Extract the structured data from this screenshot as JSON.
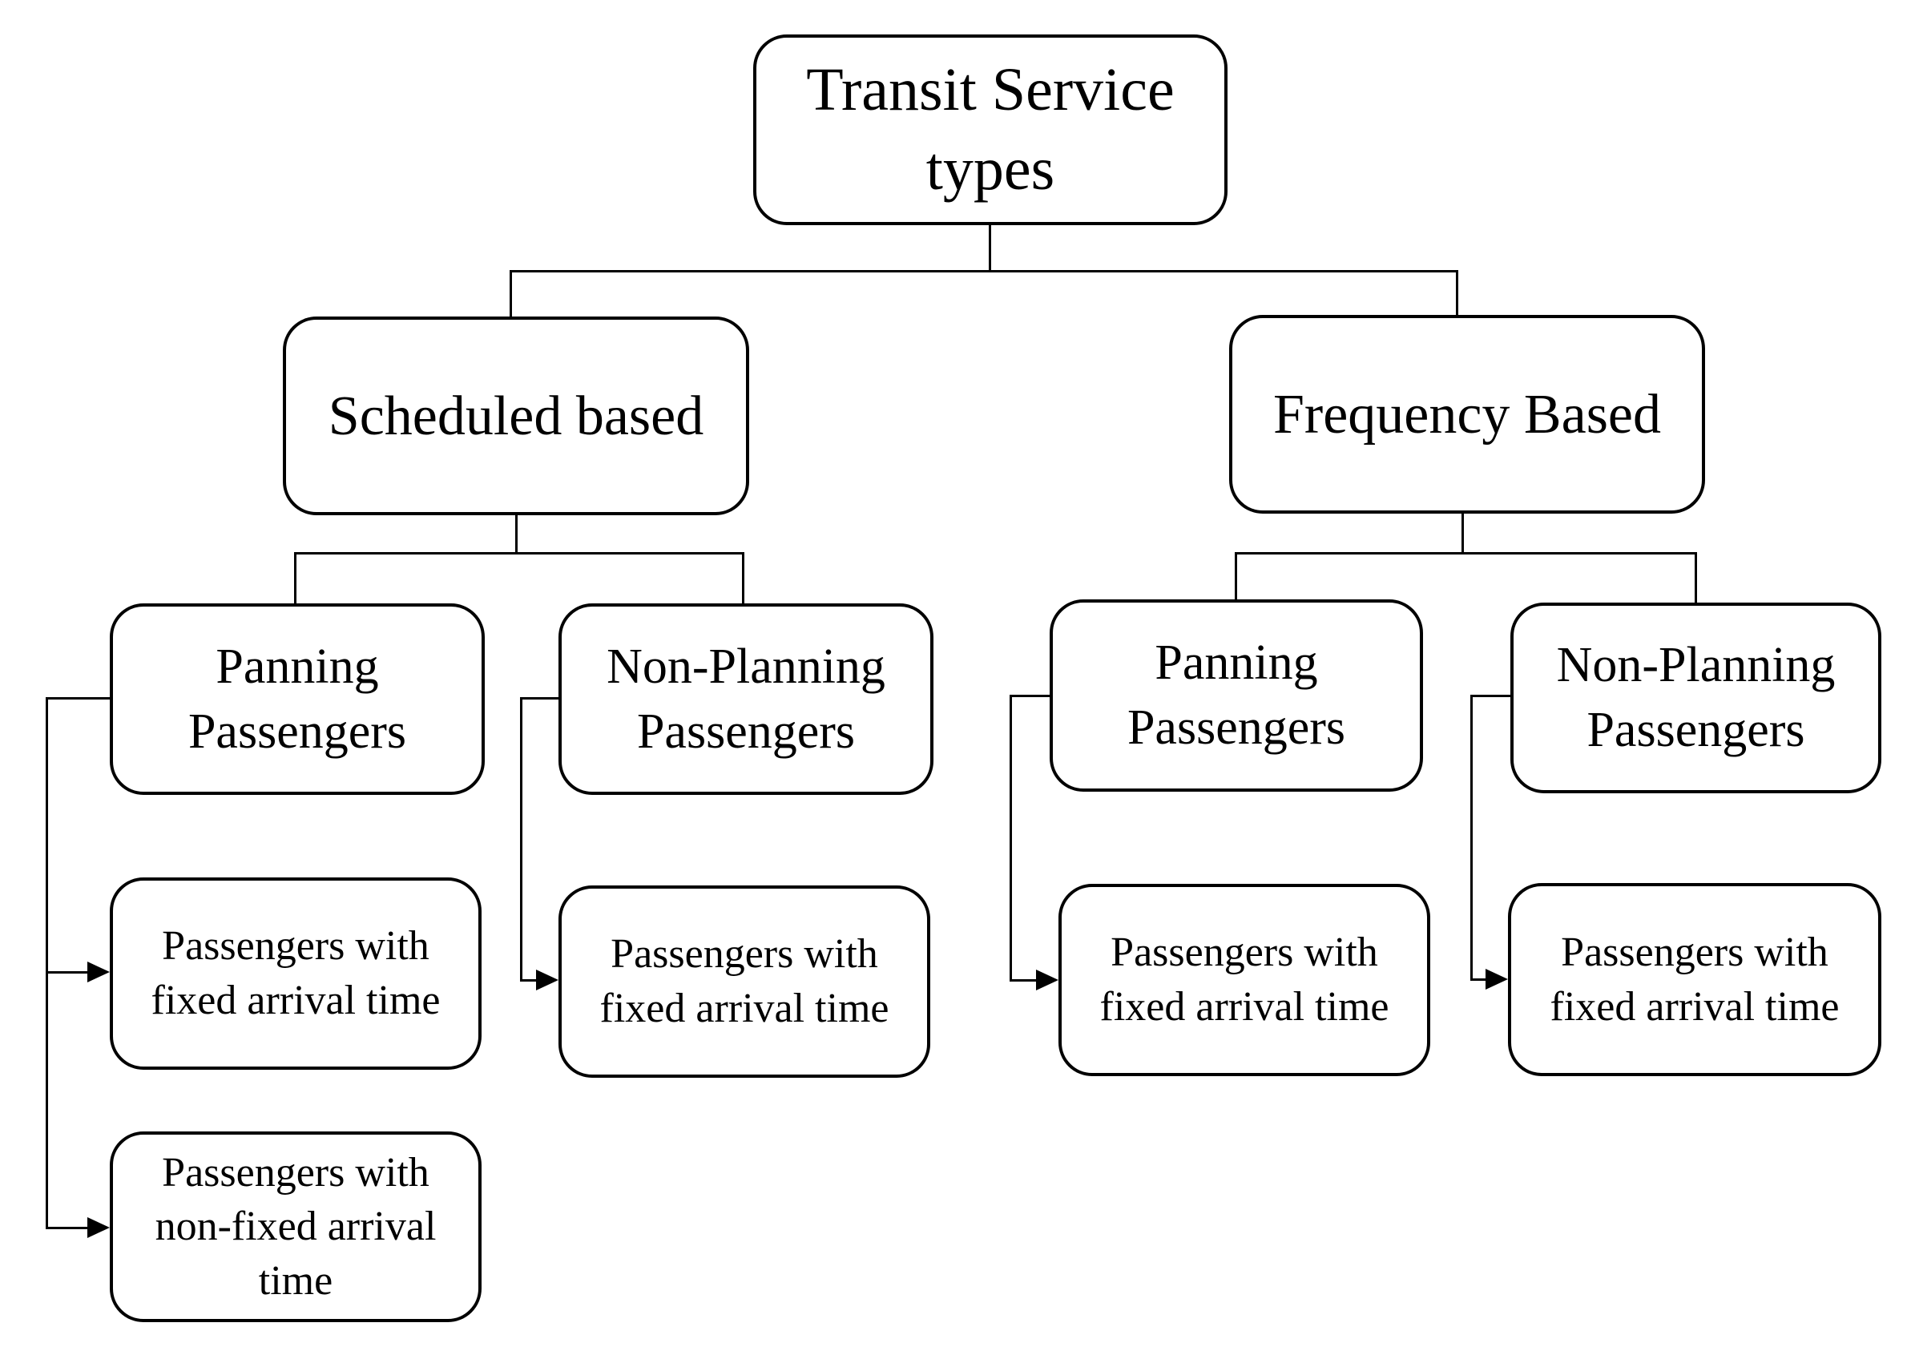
{
  "diagram": {
    "type": "tree-flowchart",
    "title": "Transit Service types",
    "colors": {
      "background": "#ffffff",
      "node_fill": "#ffffff",
      "node_border": "#000000",
      "text": "#000000",
      "connector": "#000000"
    },
    "nodes": {
      "root": {
        "label": "Transit Service types",
        "lines": [
          "Transit Service",
          "types"
        ]
      },
      "scheduled": {
        "label": "Scheduled based",
        "lines": [
          "Scheduled based"
        ]
      },
      "frequency": {
        "label": "Frequency Based",
        "lines": [
          "Frequency Based"
        ]
      },
      "scheduled_planning": {
        "label": "Panning Passengers",
        "lines": [
          "Panning",
          "Passengers"
        ]
      },
      "scheduled_nonplanning": {
        "label": "Non-Planning Passengers",
        "lines": [
          "Non-Planning",
          "Passengers"
        ]
      },
      "frequency_planning": {
        "label": "Panning Passengers",
        "lines": [
          "Panning",
          "Passengers"
        ]
      },
      "frequency_nonplanning": {
        "label": "Non-Planning Passengers",
        "lines": [
          "Non-Planning",
          "Passengers"
        ]
      },
      "scheduled_planning_fixed": {
        "label": "Passengers with fixed arrival time",
        "lines": [
          "Passengers with",
          "fixed arrival time"
        ]
      },
      "scheduled_planning_nonfixed": {
        "label": "Passengers with non-fixed arrival time",
        "lines": [
          "Passengers with",
          "non-fixed arrival",
          "time"
        ]
      },
      "scheduled_nonplanning_fixed": {
        "label": "Passengers with fixed arrival time",
        "lines": [
          "Passengers with",
          "fixed arrival time"
        ]
      },
      "frequency_planning_fixed": {
        "label": "Passengers with fixed arrival time",
        "lines": [
          "Passengers with",
          "fixed arrival time"
        ]
      },
      "frequency_nonplanning_fixed": {
        "label": "Passengers with fixed arrival time",
        "lines": [
          "Passengers with",
          "fixed arrival time"
        ]
      }
    },
    "tree_edges": [
      [
        "root",
        "scheduled"
      ],
      [
        "root",
        "frequency"
      ],
      [
        "scheduled",
        "scheduled_planning"
      ],
      [
        "scheduled",
        "scheduled_nonplanning"
      ],
      [
        "frequency",
        "frequency_planning"
      ],
      [
        "frequency",
        "frequency_nonplanning"
      ]
    ],
    "arrow_edges": [
      [
        "scheduled_planning",
        "scheduled_planning_fixed"
      ],
      [
        "scheduled_planning",
        "scheduled_planning_nonfixed"
      ],
      [
        "scheduled_nonplanning",
        "scheduled_nonplanning_fixed"
      ],
      [
        "frequency_planning",
        "frequency_planning_fixed"
      ],
      [
        "frequency_nonplanning",
        "frequency_nonplanning_fixed"
      ]
    ]
  }
}
